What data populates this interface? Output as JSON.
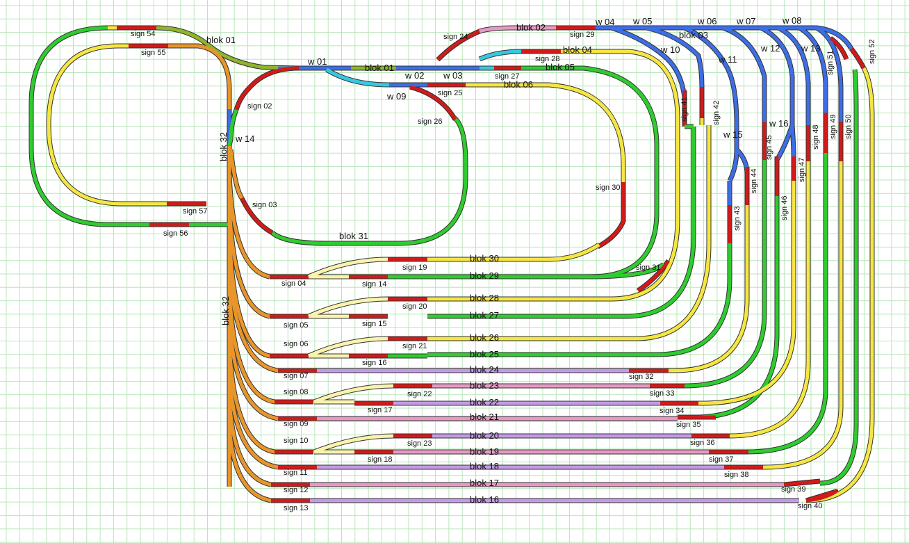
{
  "colors": {
    "green": "#2ecc2e",
    "yellow": "#f5e642",
    "orange": "#e8952a",
    "red": "#d11a1a",
    "blue": "#3d6ee6",
    "pink": "#e59ac3",
    "lilac": "#c49ae6",
    "cyan": "#36c8e0",
    "olive": "#8fb52a",
    "paleyellow": "#fbf3ad",
    "grid": "#b9e6b9"
  },
  "blocks": {
    "b01a": "blok 01",
    "b01b": "blok 01",
    "b02": "blok 02",
    "b03": "blok 03",
    "b04": "blok 04",
    "b05": "blok 05",
    "b06": "blok 06",
    "b16": "blok 16",
    "b17": "blok 17",
    "b18": "blok 18",
    "b19": "blok 19",
    "b20": "blok 20",
    "b21": "blok 21",
    "b22": "blok 22",
    "b23": "blok 23",
    "b24": "blok 24",
    "b25": "blok 25",
    "b26": "blok 26",
    "b27": "blok 27",
    "b28": "blok 28",
    "b29": "blok 29",
    "b30": "blok 30",
    "b31": "blok 31",
    "b32a": "blok 32",
    "b32b": "blok 32"
  },
  "switches": {
    "w01": "w 01",
    "w02": "w 02",
    "w03": "w 03",
    "w04": "w 04",
    "w05": "w 05",
    "w06": "w 06",
    "w07": "w 07",
    "w08": "w 08",
    "w09": "w 09",
    "w10": "w 10",
    "w11": "w 11",
    "w12": "w 12",
    "w13": "w 13",
    "w14": "w 14",
    "w15": "w 15",
    "w16": "w 16"
  },
  "signals": {
    "s02": "sign 02",
    "s03": "sign 03",
    "s04": "sign 04",
    "s05": "sign 05",
    "s06": "sign 06",
    "s07": "sign 07",
    "s08": "sign 08",
    "s09": "sign 09",
    "s10": "sign 10",
    "s11": "sign 11",
    "s12": "sign 12",
    "s13": "sign 13",
    "s14": "sign 14",
    "s15": "sign 15",
    "s16": "sign 16",
    "s17": "sign 17",
    "s18": "sign 18",
    "s19": "sign 19",
    "s20": "sign 20",
    "s21": "sign 21",
    "s22": "sign 22",
    "s23": "sign 23",
    "s24": "sign 24",
    "s25": "sign 25",
    "s26": "sign 26",
    "s27": "sign 27",
    "s28": "sign 28",
    "s29": "sign 29",
    "s30": "sign 30",
    "s31": "sign 31",
    "s32": "sign 32",
    "s33": "sign 33",
    "s34": "sign 34",
    "s35": "sign 35",
    "s36": "sign 36",
    "s37": "sign 37",
    "s38": "sign 38",
    "s39": "sign 39",
    "s40": "sign 40",
    "s41": "sign 41",
    "s42": "sign 42",
    "s43": "sign 43",
    "s44": "sign 44",
    "s45": "sign 45",
    "s46": "sign 46",
    "s47": "sign 47",
    "s48": "sign 48",
    "s49": "sign 49",
    "s50": "sign 50",
    "s51": "sign 51",
    "s52": "sign 52",
    "s54": "sign 54",
    "s55": "sign 55",
    "s56": "sign 56",
    "s57": "sign 57"
  }
}
